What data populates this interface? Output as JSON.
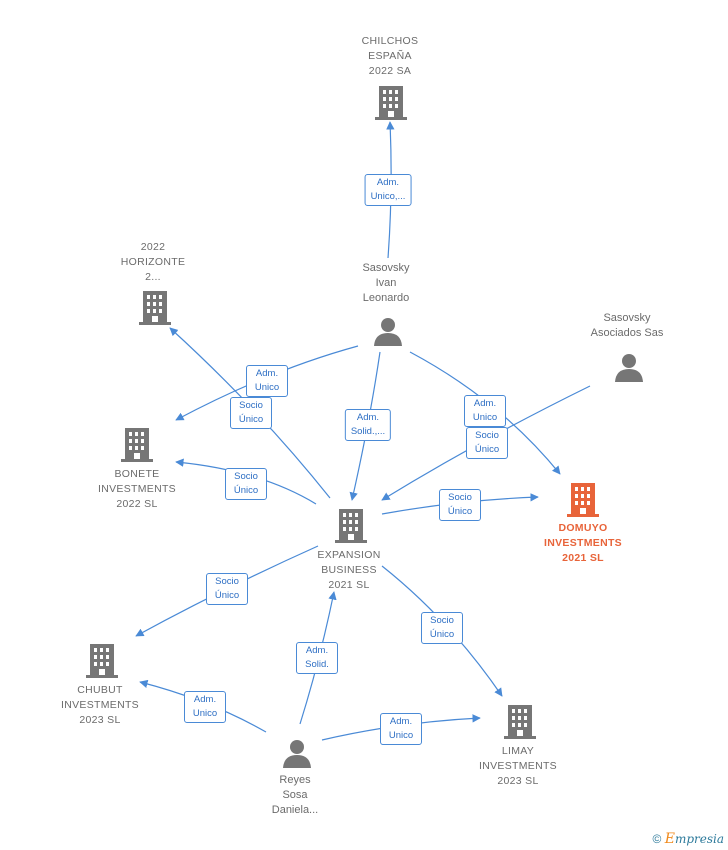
{
  "nodes": {
    "chilchos": {
      "label": "CHILCHOS\nESPAÑA\n2022 SA",
      "type": "company"
    },
    "horizonte": {
      "label": "2022\nHORIZONTE\n2...",
      "type": "company"
    },
    "ivan": {
      "label": "Sasovsky\nIvan\nLeonardo",
      "type": "person"
    },
    "asociados": {
      "label": "Sasovsky\nAsociados Sas",
      "type": "person"
    },
    "bonete": {
      "label": "BONETE\nINVESTMENTS\n2022  SL",
      "type": "company"
    },
    "expansion": {
      "label": "EXPANSION\nBUSINESS\n2021  SL",
      "type": "company"
    },
    "domuyo": {
      "label": "DOMUYO\nINVESTMENTS\n2021  SL",
      "type": "company-focus"
    },
    "chubut": {
      "label": "CHUBUT\nINVESTMENTS\n2023  SL",
      "type": "company"
    },
    "limay": {
      "label": "LIMAY\nINVESTMENTS\n2023  SL",
      "type": "company"
    },
    "reyes": {
      "label": "Reyes\nSosa\nDaniela...",
      "type": "person"
    }
  },
  "edge_labels": {
    "ivan_chilchos": "Adm.\nUnico,...",
    "ivan_bonete": "Adm.\nUnico",
    "exp_horizonte": "Socio\nÚnico",
    "ivan_exp": "Adm.\nSolid.,...",
    "ivan_domuyo": "Adm.\nUnico",
    "asoc_exp": "Socio\nÚnico",
    "exp_bonete": "Socio\nÚnico",
    "exp_domuyo": "Socio\nÚnico",
    "exp_chubut": "Socio\nÚnico",
    "reyes_exp": "Adm.\nSolid.",
    "exp_limay": "Socio\nÚnico",
    "reyes_chubut": "Adm.\nUnico",
    "reyes_limay": "Adm.\nUnico"
  },
  "colors": {
    "edge": "#4a8ad6",
    "icon": "#767676",
    "focus": "#e8643a",
    "label": "#6b6b6b"
  },
  "footer": {
    "copyright": "©",
    "brand_first": "E",
    "brand_rest": "mpresia"
  }
}
